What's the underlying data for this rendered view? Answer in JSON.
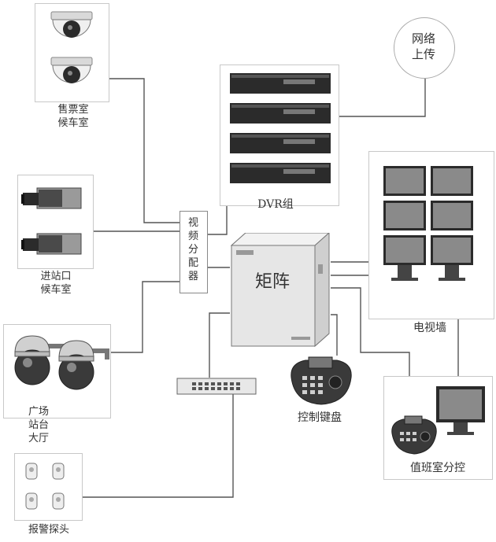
{
  "labels": {
    "ticket_room": [
      "售票室",
      "候车室"
    ],
    "entrance_room": [
      "进站口",
      "候车室"
    ],
    "plaza": [
      "广场",
      "站台",
      "大厅"
    ],
    "alarm": "报警探头",
    "dvr_group": "DVR组",
    "network_upload": [
      "网络",
      "上传"
    ],
    "video_splitter": [
      "视",
      "频",
      "分",
      "配",
      "器"
    ],
    "matrix": "矩阵",
    "tv_wall": "电视墙",
    "control_keyboard": "控制键盘",
    "duty_room": "值班室分控"
  },
  "colors": {
    "wire": "#555555",
    "box_border": "#c8c8c8",
    "device_dark": "#2b2b2b",
    "device_light": "#e6e6e6"
  },
  "icons": [
    "dome-camera-icon",
    "box-camera-icon",
    "ptz-camera-icon",
    "dvr-recorder-icon",
    "matrix-switcher-icon",
    "monitor-icon",
    "keyboard-controller-icon",
    "network-switch-icon",
    "alarm-sensor-icon"
  ]
}
